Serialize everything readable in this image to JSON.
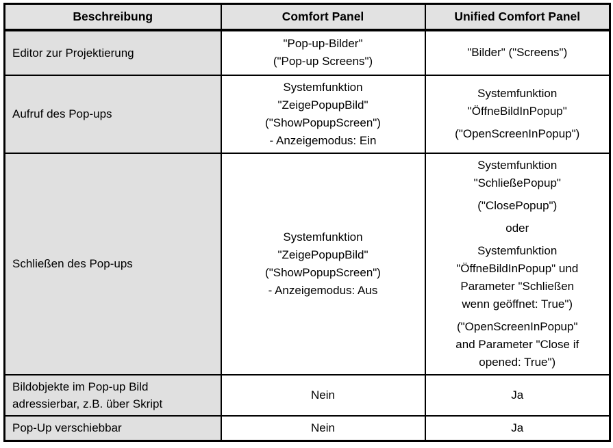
{
  "table": {
    "headers": [
      "Beschreibung",
      "Comfort Panel",
      "Unified Comfort Panel"
    ],
    "rows": [
      {
        "label": "Editor zur Projektierung",
        "comfort": [
          [
            "\"Pop-up-Bilder\"",
            "(\"Pop-up Screens\")"
          ]
        ],
        "unified": [
          [
            "\"Bilder\" (\"Screens\")"
          ]
        ]
      },
      {
        "label": "Aufruf des Pop-ups",
        "comfort": [
          [
            "Systemfunktion",
            "\"ZeigePopupBild\"",
            "(\"ShowPopupScreen\")",
            "- Anzeigemodus: Ein"
          ]
        ],
        "unified": [
          [
            "Systemfunktion",
            "\"ÖffneBildInPopup\""
          ],
          [
            "(\"OpenScreenInPopup\")"
          ]
        ]
      },
      {
        "label": "Schließen des Pop-ups",
        "comfort": [
          [
            "Systemfunktion",
            "\"ZeigePopupBild\"",
            "(\"ShowPopupScreen\")",
            "- Anzeigemodus: Aus"
          ]
        ],
        "unified": [
          [
            "Systemfunktion",
            "\"SchließePopup\""
          ],
          [
            "(\"ClosePopup\")"
          ],
          [
            "oder"
          ],
          [
            "Systemfunktion",
            "\"ÖffneBildInPopup\" und",
            "Parameter \"Schließen",
            "wenn geöffnet: True\")"
          ],
          [
            "(\"OpenScreenInPopup\"",
            "and Parameter \"Close if",
            "opened: True\")"
          ]
        ]
      },
      {
        "label": "Bildobjekte im Pop-up Bild adressierbar, z.B. über Skript",
        "comfort": [
          [
            "Nein"
          ]
        ],
        "unified": [
          [
            "Ja"
          ]
        ]
      },
      {
        "label": "Pop-Up verschiebbar",
        "comfort": [
          [
            "Nein"
          ]
        ],
        "unified": [
          [
            "Ja"
          ]
        ]
      }
    ]
  },
  "colors": {
    "header_bg": "#e2e2e2",
    "label_bg": "#e0e0e0",
    "border": "#000000",
    "page_bg": "#ffffff",
    "text": "#000000"
  }
}
